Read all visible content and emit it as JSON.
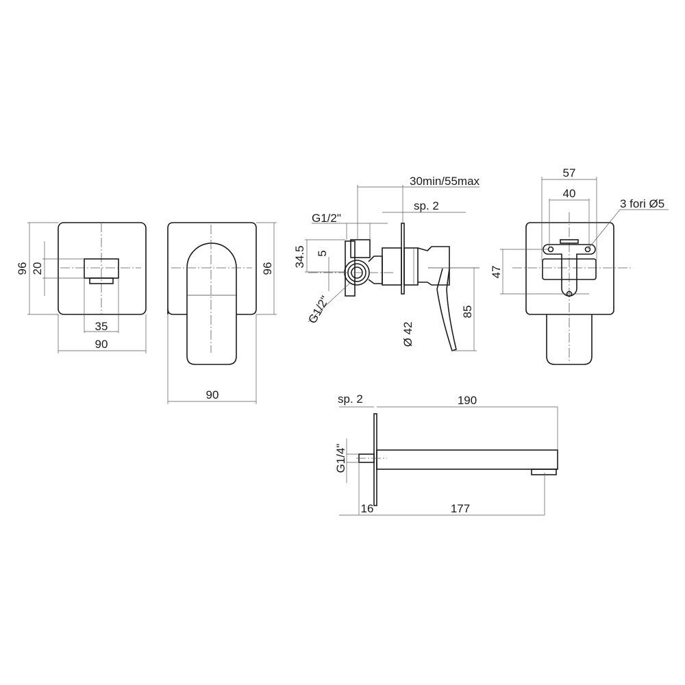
{
  "drawing": {
    "title": "Concealed single-lever mixer with wall spout - technical dimensions",
    "line_color": "#1a1a1a",
    "background": "#ffffff"
  },
  "views": {
    "front_plate": {
      "label_height": "96",
      "label_inner_height": "20",
      "label_inner_width": "35",
      "label_width": "90"
    },
    "front_lever": {
      "label_height": "96",
      "label_width": "90"
    },
    "side_section": {
      "label_depth": "30min/55max",
      "label_thickness": "sp. 2",
      "label_inlet_top": "G1/2\"",
      "label_offset": "34.5",
      "label_small": "5",
      "label_inlet_bottom": "G1/2\"",
      "label_diameter": "Ø 42",
      "label_lever_height": "85"
    },
    "rear_body": {
      "label_outer_width": "57",
      "label_inner_width": "40",
      "label_holes": "3 fori Ø5",
      "label_height": "47"
    },
    "spout_side": {
      "label_thickness": "sp. 2",
      "label_length": "190",
      "label_thread": "G1/4\"",
      "label_rear": "16",
      "label_projection": "177"
    }
  }
}
